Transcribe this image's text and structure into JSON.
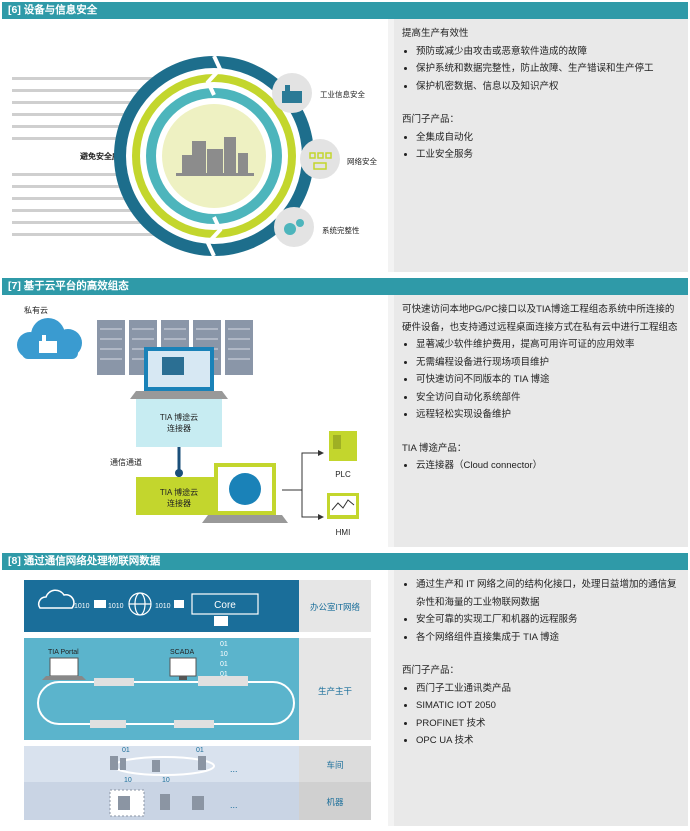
{
  "s6": {
    "title": "[6]  设备与信息安全",
    "threat": "避免安全威胁",
    "labels": [
      "工业信息安全",
      "网络安全",
      "系统完整性"
    ],
    "heading": "提高生产有效性",
    "bullets": [
      "预防或减少由攻击或恶意软件造成的故障",
      "保护系统和数据完整性，防止故障、生产错误和生产停工",
      "保护机密数据、信息以及知识产权"
    ],
    "products_heading": "西门子产品：",
    "products": [
      "全集成自动化",
      "工业安全服务"
    ]
  },
  "s7": {
    "title": "[7]  基于云平台的高效组态",
    "private_cloud": "私有云",
    "connector_top": "TIA 博途云\n连接器",
    "channel": "通信通道",
    "connector_bottom": "TIA 博途云\n连接器",
    "plc": "PLC",
    "hmi": "HMI",
    "intro": "可快速访问本地PG/PC接口以及TIA博途工程组态系统中所连接的硬件设备，也支持通过远程桌面连接方式在私有云中进行工程组态",
    "bullets": [
      "显著减少软件维护费用，提高可用许可证的应用效率",
      "无需编程设备进行现场项目维护",
      "可快速访问不同版本的 TIA 博途",
      "安全访问自动化系统部件",
      "远程轻松实现设备维护"
    ],
    "products_heading": "TIA 博途产品：",
    "products": [
      "云连接器（Cloud connector）"
    ]
  },
  "s8": {
    "title": "[8] 通过通信网络处理物联网数据",
    "core": "Core",
    "bits": "1010",
    "tia_portal": "TIA Portal",
    "scada": "SCADA",
    "zero_one": "01",
    "one_zero": "10",
    "dots": "...",
    "rows": [
      "办公室IT网络",
      "生产主干",
      "车间",
      "机器"
    ],
    "bullets": [
      "通过生产和 IT 网络之间的结构化接口，处理日益增加的通信复杂性和海量的工业物联网数据",
      "安全可靠的实现工厂和机器的远程服务",
      "各个网络组件直接集成于 TIA 博途"
    ],
    "products_heading": "西门子产品：",
    "products": [
      "西门子工业通讯类产品",
      "SIMATIC IOT 2050",
      "PROFINET 技术",
      "OPC UA 技术"
    ]
  }
}
